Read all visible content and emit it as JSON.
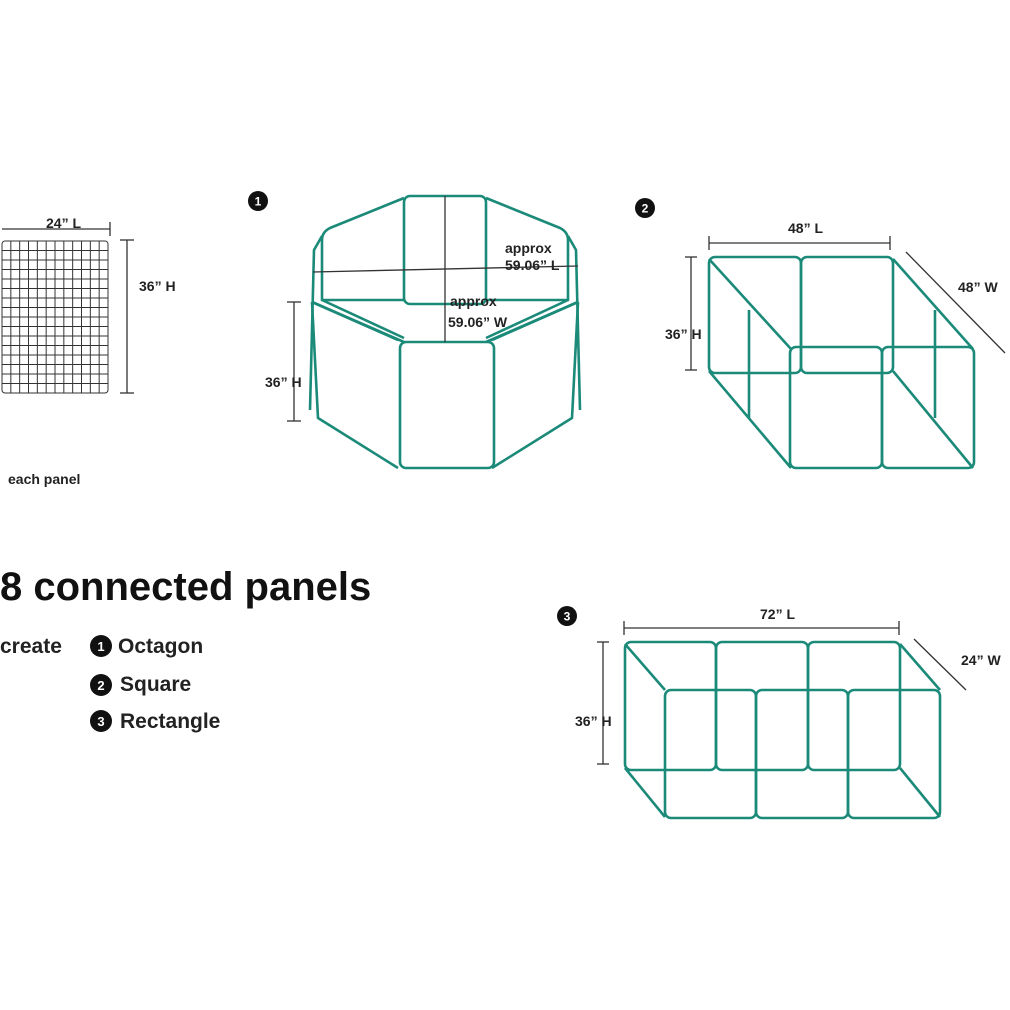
{
  "panel": {
    "width_label": "24” L",
    "height_label": "36” H",
    "caption": "each panel"
  },
  "octagon": {
    "number": "1",
    "length_label_1": "approx",
    "length_label_2": "59.06”  L",
    "width_label_1": "approx",
    "width_label_2": "59.06”  W",
    "height_label": "36”  H"
  },
  "square": {
    "number": "2",
    "length_label": "48”  L",
    "width_label": "48”  W",
    "height_label": "36”  H"
  },
  "rectangle": {
    "number": "3",
    "length_label": "72”  L",
    "width_label": "24”  W",
    "height_label": "36”  H"
  },
  "headline": "8 connected panels",
  "create_label": "create",
  "shapes": [
    {
      "number": "1",
      "name": "Octagon"
    },
    {
      "number": "2",
      "name": "Square"
    },
    {
      "number": "3",
      "name": "Rectangle"
    }
  ],
  "colors": {
    "panel_stroke": "#1b8a79",
    "text": "#222222"
  }
}
